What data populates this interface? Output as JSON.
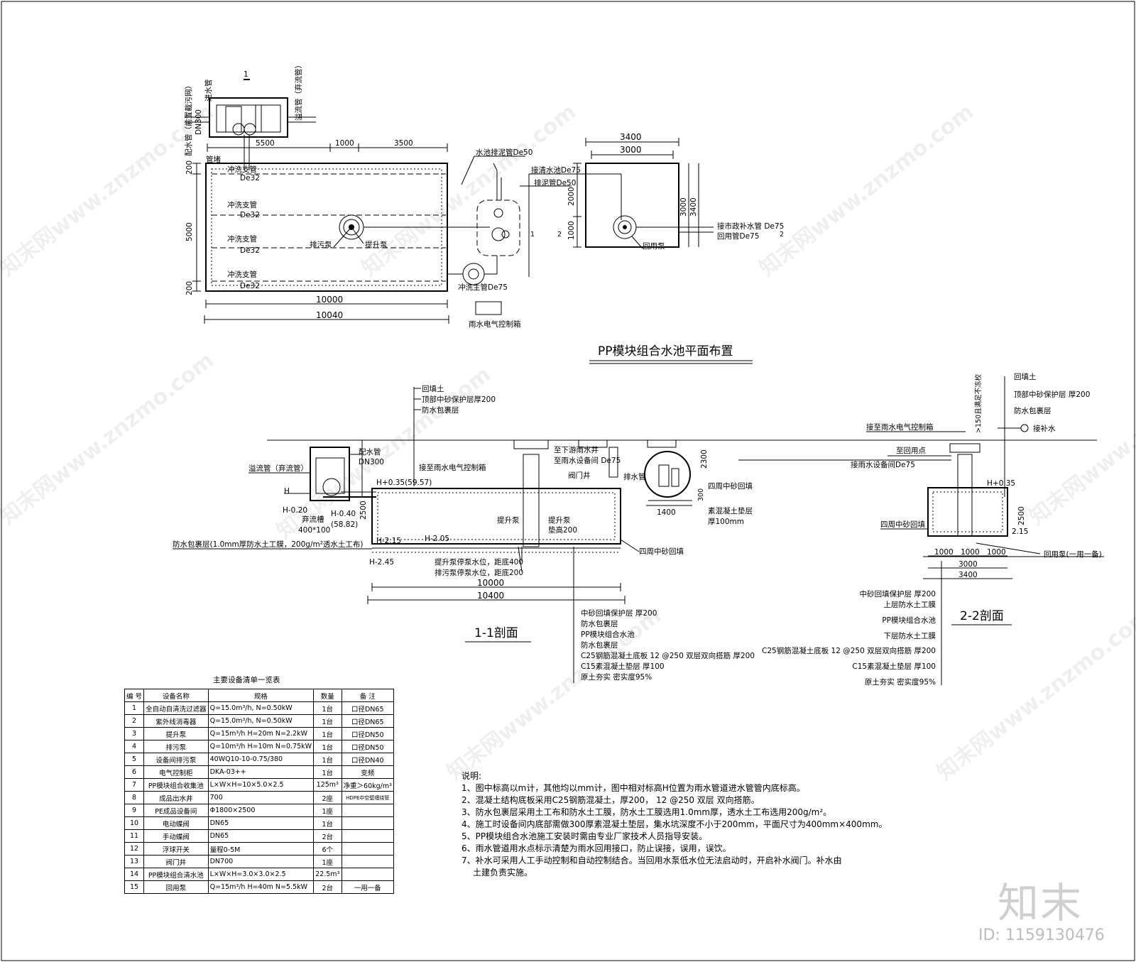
{
  "plan": {
    "title": "PP模块组合水池平面布置",
    "labels": {
      "section_mark_1": "1",
      "section_mark_2": "2",
      "overflow_pipe": "溢流管（弃流管）",
      "inlet_pipe": "进水管",
      "distribution_pipe": "配水管（前置截污网）",
      "dn300": "DN300",
      "pipe_plug": "管堵",
      "branch_top": "冲洗支管",
      "branch": "冲洗支管",
      "de32": "De32",
      "sewage_pump": "排污泵",
      "lift_pump": "提升泵",
      "drain_pipe": "水池排泥管De50",
      "clear_pool": "接清水池De75",
      "mud_pipe": "排泥管De50",
      "flush_main": "冲洗主管De75",
      "control_box": "雨水电气控制箱",
      "municipal_supply": "接市政补水管  De75",
      "reuse_pipe": "回用管De75",
      "reuse_pump": "回用泵"
    },
    "dims": {
      "d5500": "5500",
      "d1000": "1000",
      "d3500": "3500",
      "d200a": "200",
      "d5000": "5000",
      "d200b": "200",
      "d10000": "10000",
      "d10040": "10040",
      "d3400": "3400",
      "d3000": "3000",
      "d2000": "2000",
      "d1000v": "1000",
      "d3000v": "3000",
      "d3400v": "3400"
    }
  },
  "section11": {
    "title": "1-1剖面",
    "labels": {
      "backfill": "回填土",
      "sand_top": "顶部中砂保护层厚200",
      "wrap": "防水包裹层",
      "overflow": "溢流管（弃流管）",
      "distribution": "配水管",
      "dn300": "DN300",
      "to_control": "接至雨水电气控制箱",
      "downstream": "至下游雨水井",
      "to_room": "至雨水设备间  De75",
      "valve_well": "阀门井",
      "drain": "排水管",
      "h": "H",
      "h020": "H-0.20",
      "h040": "H-0.40",
      "h035": "H+0.35(59.57)",
      "v5882": "(58.82)",
      "trough": "弃流槽",
      "trough_size": "400*100",
      "h215": "H-2.15",
      "h205": "H-2.05",
      "h245": "H-2.45",
      "d2500": "2500",
      "wrap_spec": "防水包裹层(1.0mm厚防水土工膜，200g/m²透水土工布)",
      "lift_pump": "提升泵",
      "pad": "垫高200",
      "sewage_pump": "排污泵",
      "lift_stop": "提升泵停泵水位，距底400",
      "sewage_stop": "排污泵停泵水位，距底200",
      "sand_fill": "四周中砂回填",
      "d2300": "2300",
      "d300": "300",
      "d1400": "1400",
      "sand_fill_2": "四周中砂回填",
      "concrete_pad": "素混凝土垫层",
      "pad_thk": "厚100mm",
      "d10000": "10000",
      "d10400": "10400"
    },
    "layers": [
      "中砂回填保护层  厚200",
      "防水包裹层",
      "PP模块组合水池",
      "防水包裹层",
      "C25钢筋混凝土底板  12 @250  双层双向搭筋  厚200",
      "C15素混凝土垫层  厚100",
      "原土夯实  密实度95%"
    ]
  },
  "section22": {
    "title": "2-2剖面",
    "labels": {
      "backfill": "回填土",
      "sand_top": "顶部中砂保护层  厚200",
      "wrap": "防水包裹层",
      "to_control": "接至雨水电气控制箱",
      "supply": "接补水",
      "reuse_point": "至回用点",
      "to_room": "接雨水设备间De75",
      "h035": "H+0.35",
      "d2500": "2500",
      "sand_fill": "四周中砂回填",
      "h215": "2.15",
      "reuse_pump": "回用泵(一用一备)",
      "d1000a": "1000",
      "d1000b": "1000",
      "d1000c": "1000",
      "d3000": "3000",
      "d3400": "3400",
      "small_note": ">150且满足不冻校"
    },
    "layers": [
      "中砂回填保护层  厚200",
      "上层防水土工膜",
      "PP模块组合水池",
      "下层防水土工膜",
      "C25钢筋混凝土底板  12 @250  双层双向搭筋  厚200",
      "C15素混凝土垫层  厚100",
      "原土夯实  密实度95%"
    ]
  },
  "equipment_table": {
    "title": "主要设备清单一览表",
    "headers": [
      "编 号",
      "设备名称",
      "规格",
      "数量",
      "备 注"
    ],
    "rows": [
      [
        "1",
        "全自动自清洗过滤器",
        "Q=15.0m³/h, N=0.50kW",
        "1台",
        "口径DN65"
      ],
      [
        "2",
        "紫外线消毒器",
        "Q=15.0m³/h, N=0.50kW",
        "1台",
        "口径DN65"
      ],
      [
        "3",
        "提升泵",
        "Q=15m³/h H=20m N=2.2kW",
        "1台",
        "口径DN50"
      ],
      [
        "4",
        "排污泵",
        "Q=10m³/h H=10m N=0.75kW",
        "1台",
        "口径DN50"
      ],
      [
        "5",
        "设备间排污泵",
        "40WQ10-10-0.75/380",
        "1台",
        "口径DN40"
      ],
      [
        "6",
        "电气控制柜",
        "DKA-03++",
        "1台",
        "变频"
      ],
      [
        "7",
        "PP模块组合收集池",
        "L×W×H=10×5.0×2.5",
        "125m³",
        "净重＞60kg/m³"
      ],
      [
        "8",
        "成品出水井",
        "700",
        "2座",
        "HDPE中空壁缠绕管"
      ],
      [
        "9",
        "PE成品设备间",
        "Φ1800×2500",
        "1座",
        ""
      ],
      [
        "10",
        "电动蝶阀",
        "DN65",
        "1台",
        ""
      ],
      [
        "11",
        "手动蝶阀",
        "DN65",
        "2台",
        ""
      ],
      [
        "12",
        "浮球开关",
        "量程0-5M",
        "6个",
        ""
      ],
      [
        "13",
        "阀门井",
        "DN700",
        "1座",
        ""
      ],
      [
        "14",
        "PP模块组合清水池",
        "L×W×H=3.0×3.0×2.5",
        "22.5m³",
        ""
      ],
      [
        "15",
        "回用泵",
        "Q=15m³/h H=40m N=5.5kW",
        "2台",
        "一用一备"
      ]
    ]
  },
  "notes": {
    "heading": "说明:",
    "items": [
      "1、图中标高以m计，其他均以mm计，图中相对标高H位置为雨水管道进水管管内底标高。",
      "2、混凝土结构底板采用C25钢筋混凝土，厚200，  12 @250 双层    双向搭筋。",
      "3、防水包裹层采用土工布和防水土工膜，防水土工膜选用1.0mm厚，透水土工布选用200g/m²。",
      "4、施工时设备间内底部需做300厚素混凝土垫层，集水坑深度不小于200mm，平面尺寸为400mm×400mm。",
      "5、PP模块组合水池施工安装时需由专业厂家技术人员指导安装。",
      "6、雨水管道用水点标示清楚为雨水回用接口，防止误接，误用，误饮。",
      "7、补水可采用人工手动控制和自动控制结合。当回用水泵低水位无法启动时，开启补水阀门。补水由",
      "土建负责实施。"
    ]
  },
  "watermark": {
    "brand": "知末",
    "id": "ID: 1159130476",
    "repeat_text": "知末网www.znzmo.com"
  }
}
